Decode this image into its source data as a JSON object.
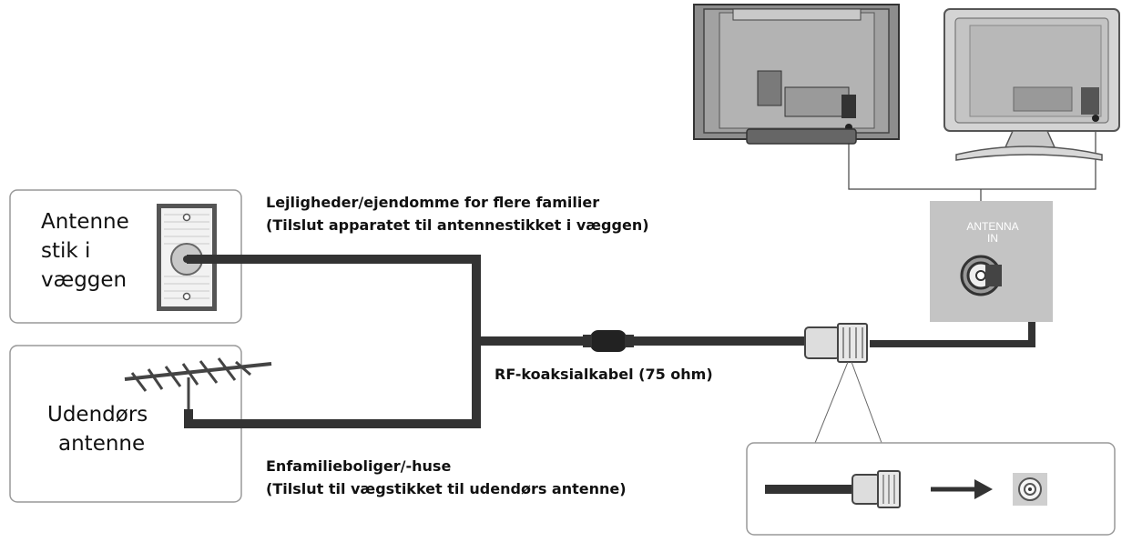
{
  "wall_outlet": {
    "line1": "Antenne",
    "line2": "stik i",
    "line3": "væggen"
  },
  "outdoor_antenna": {
    "line1": "Udendørs",
    "line2": "antenne"
  },
  "apartment_caption": {
    "line1": "Lejligheder/ejendomme for flere familier",
    "line2": "(Tilslut apparatet til antennestikket i væggen)"
  },
  "house_caption": {
    "line1": "Enfamilieboliger/-huse",
    "line2": "(Tilslut til vægstikket til udendørs antenne)"
  },
  "cable_caption": "RF-koaksialkabel (75 ohm)",
  "antenna_in": {
    "line1": "ANTENNA",
    "line2": "IN"
  },
  "colors": {
    "cable": "#333333",
    "panel": "#c4c4c4",
    "tv": "#a9a9a9",
    "box_border": "#999999"
  }
}
